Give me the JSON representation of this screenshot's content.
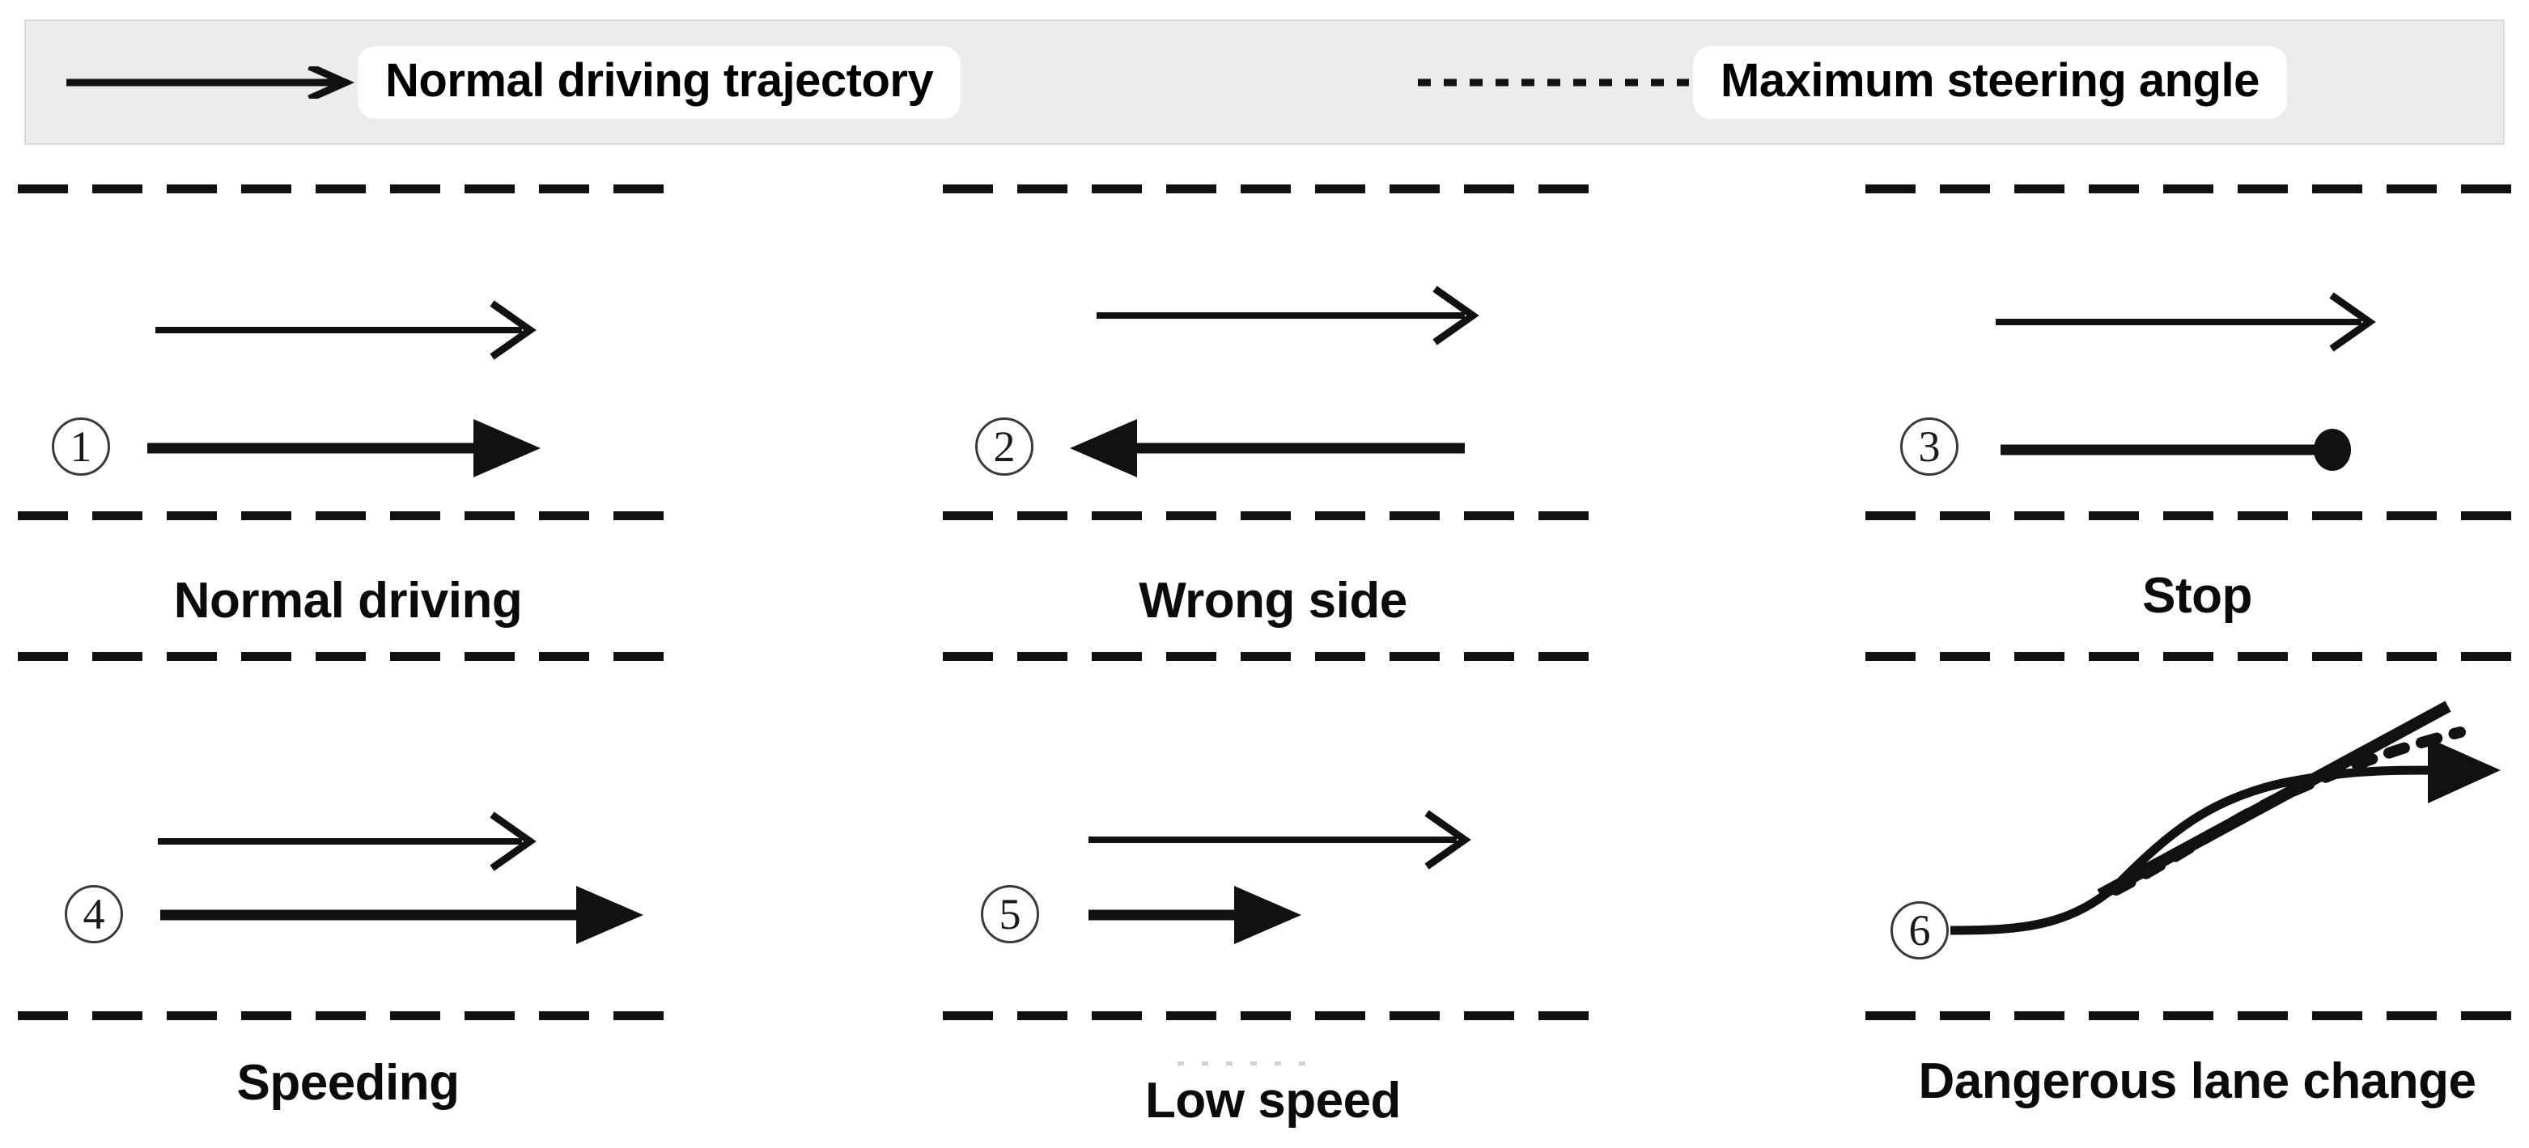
{
  "legend": {
    "items": [
      {
        "icon": "solid-arrow-icon",
        "label": "Normal driving trajectory",
        "style": "solid-arrow"
      },
      {
        "icon": "dotted-line-icon",
        "label": "Maximum steering angle",
        "style": "dotted-line"
      }
    ]
  },
  "panels": [
    {
      "id": "normal-driving",
      "marker": "1",
      "label": "Normal driving",
      "reference_arrow": "normal driving trajectory",
      "behavior_glyph": "filled-arrow-right-medium"
    },
    {
      "id": "wrong-side",
      "marker": "2",
      "label": "Wrong side",
      "reference_arrow": "normal driving trajectory",
      "behavior_glyph": "filled-arrow-left-medium"
    },
    {
      "id": "stop",
      "marker": "3",
      "label": "Stop",
      "reference_arrow": "normal driving trajectory",
      "behavior_glyph": "line-with-filled-dot"
    },
    {
      "id": "speeding",
      "marker": "4",
      "label": "Speeding",
      "reference_arrow": "normal driving trajectory",
      "behavior_glyph": "filled-arrow-right-long"
    },
    {
      "id": "low-speed",
      "marker": "5",
      "label": "Low speed",
      "reference_arrow": "normal driving trajectory",
      "behavior_glyph": "filled-arrow-right-short"
    },
    {
      "id": "dangerous-lane-change",
      "marker": "6",
      "label": "Dangerous lane change",
      "reference_arrow": "none",
      "behavior_glyph": "s-curve-with-filled-arrow-and-max-steering"
    }
  ],
  "colors": {
    "stroke": "#111111",
    "legend_background": "#ebebeb",
    "legend_border": "#dcdcdc",
    "legend_pill": "#ffffff",
    "page_background": "#ffffff",
    "marker_outline": "#3a3a3a"
  }
}
